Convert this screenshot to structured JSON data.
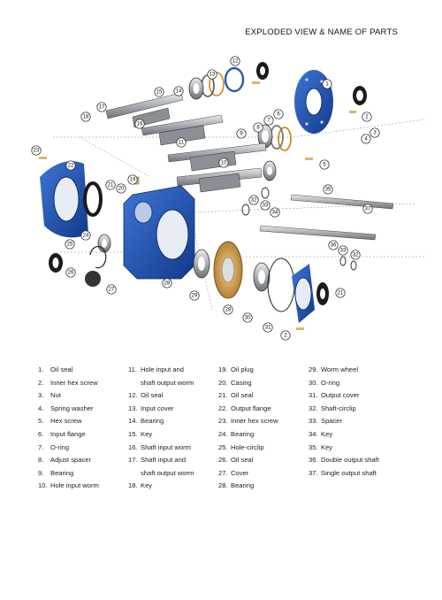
{
  "title": "EXPLODED VIEW & NAME OF PARTS",
  "colors": {
    "blue": "#1f55b5",
    "darkblue": "#123a86",
    "steel": "#b9bdc2",
    "black": "#1b1b1b",
    "bronze": "#c9953a"
  },
  "callouts": [
    "1",
    "2",
    "3",
    "4",
    "5",
    "6",
    "7",
    "8",
    "9",
    "10",
    "11",
    "12",
    "13",
    "14",
    "15",
    "16",
    "17",
    "18",
    "19",
    "20",
    "21",
    "22",
    "23",
    "24",
    "25",
    "26",
    "27",
    "28",
    "29",
    "30",
    "31",
    "32",
    "33",
    "34",
    "35",
    "36",
    "37"
  ],
  "parts": {
    "col1": [
      {
        "num": "1.",
        "name": "Oil seal"
      },
      {
        "num": "2.",
        "name": "Inner hex screw"
      },
      {
        "num": "3.",
        "name": "Nut"
      },
      {
        "num": "4.",
        "name": "Spring washer"
      },
      {
        "num": "5.",
        "name": "Hex screw"
      },
      {
        "num": "6.",
        "name": "Input flange"
      },
      {
        "num": "7.",
        "name": "O-ring"
      },
      {
        "num": "8.",
        "name": "Adjust spacer"
      },
      {
        "num": "9.",
        "name": "Bearing"
      },
      {
        "num": "10.",
        "name": "Hole input worm"
      }
    ],
    "col2": [
      {
        "num": "11.",
        "name": "Hole input and"
      },
      {
        "num": "",
        "name": "shaft output worm"
      },
      {
        "num": "12.",
        "name": "Oil seal"
      },
      {
        "num": "13.",
        "name": "Input cover"
      },
      {
        "num": "14.",
        "name": "Bearing"
      },
      {
        "num": "15.",
        "name": "Key"
      },
      {
        "num": "16.",
        "name": "Shaft input worm"
      },
      {
        "num": "17.",
        "name": "Shaft input and"
      },
      {
        "num": "",
        "name": "shaft output worm"
      },
      {
        "num": "18.",
        "name": "Key"
      }
    ],
    "col3": [
      {
        "num": "19.",
        "name": "Oil plug"
      },
      {
        "num": "20.",
        "name": "Casing"
      },
      {
        "num": "21.",
        "name": "Oil seal"
      },
      {
        "num": "22.",
        "name": "Output flange"
      },
      {
        "num": "23.",
        "name": "Inner hex screw"
      },
      {
        "num": "24.",
        "name": "Bearing"
      },
      {
        "num": "25.",
        "name": "Hole-circlip"
      },
      {
        "num": "26.",
        "name": "Oil seal"
      },
      {
        "num": "27.",
        "name": "Cover"
      },
      {
        "num": "28.",
        "name": "Bearing"
      }
    ],
    "col4": [
      {
        "num": "29.",
        "name": "Worm wheel"
      },
      {
        "num": "30.",
        "name": "O-ring"
      },
      {
        "num": "31.",
        "name": "Output cover"
      },
      {
        "num": "32.",
        "name": "Shaft-circlip"
      },
      {
        "num": "33.",
        "name": "Spacer"
      },
      {
        "num": "34.",
        "name": "Key"
      },
      {
        "num": "35.",
        "name": "Key"
      },
      {
        "num": "36.",
        "name": "Double output shaft"
      },
      {
        "num": "37.",
        "name": "Single output shaft"
      }
    ]
  }
}
